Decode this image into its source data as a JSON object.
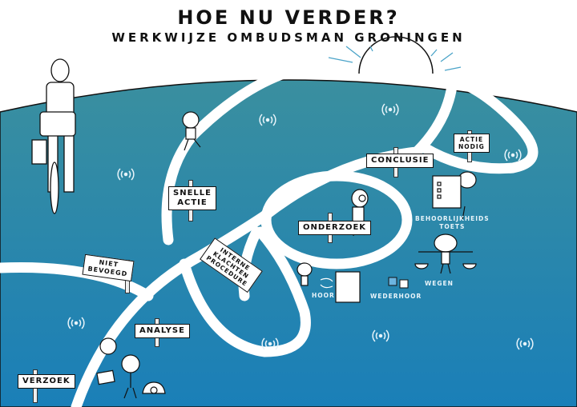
{
  "header": {
    "title": "HOE NU VERDER?",
    "subtitle": "WERKWIJZE OMBUDSMAN GRONINGEN"
  },
  "signs": {
    "verzoek": "VERZOEK",
    "analyse": "ANALYSE",
    "niet_bevoegd": "NIET\nBEVOEGD",
    "snelle_actie": "SNELLE\nACTIE",
    "interne_klachtenprocedure": "INTERNE\nKLACHTEN\nPROCEDURE",
    "onderzoek": "ONDERZOEK",
    "conclusie": "CONCLUSIE",
    "actie_nodig": "ACTIE\nNODIG"
  },
  "labels": {
    "behoorlijkheidstoets": "BEHOORLIJKHEIDS\nTOETS",
    "wegen": "WEGEN",
    "hoor": "HOOR",
    "wederhoor": "WEDERHOOR"
  },
  "colors": {
    "globe_top": "#3a8f9f",
    "globe_bottom": "#1a7fb8",
    "road": "#ffffff",
    "sun_rays": "#4aa3c8"
  },
  "icons": [
    "wifi-signal-icon",
    "cyclist-figure",
    "runner-figure",
    "magnifier-figure",
    "clipboard-figure",
    "scales-figure",
    "thumbs-icon",
    "phone-icon",
    "envelope-icon",
    "question-bubble-icon",
    "sun-icon"
  ]
}
